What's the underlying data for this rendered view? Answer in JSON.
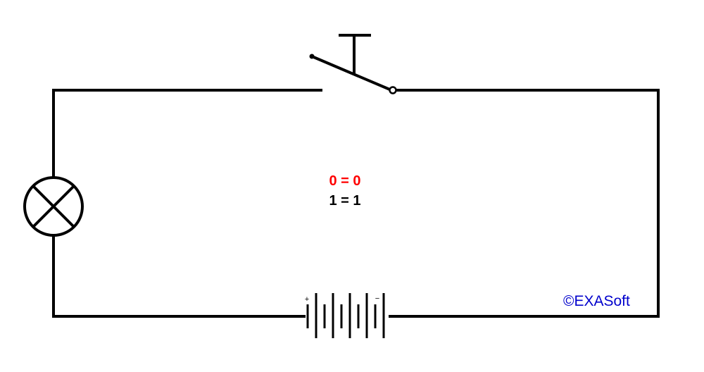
{
  "equations": [
    {
      "text": "0 = 0",
      "color": "#ff0000"
    },
    {
      "text": "1 = 1",
      "color": "#000000"
    }
  ],
  "copyright": {
    "text": "©EXASoft",
    "color": "#0000cc"
  },
  "battery": {
    "plus_label": "+",
    "minus_label": "−"
  },
  "colors": {
    "wire": "#000000",
    "background": "#ffffff"
  },
  "components": {
    "switch_state": "open",
    "lamp_icon": "lamp-icon",
    "battery_icon": "battery-icon",
    "switch_icon": "push-switch-icon"
  }
}
